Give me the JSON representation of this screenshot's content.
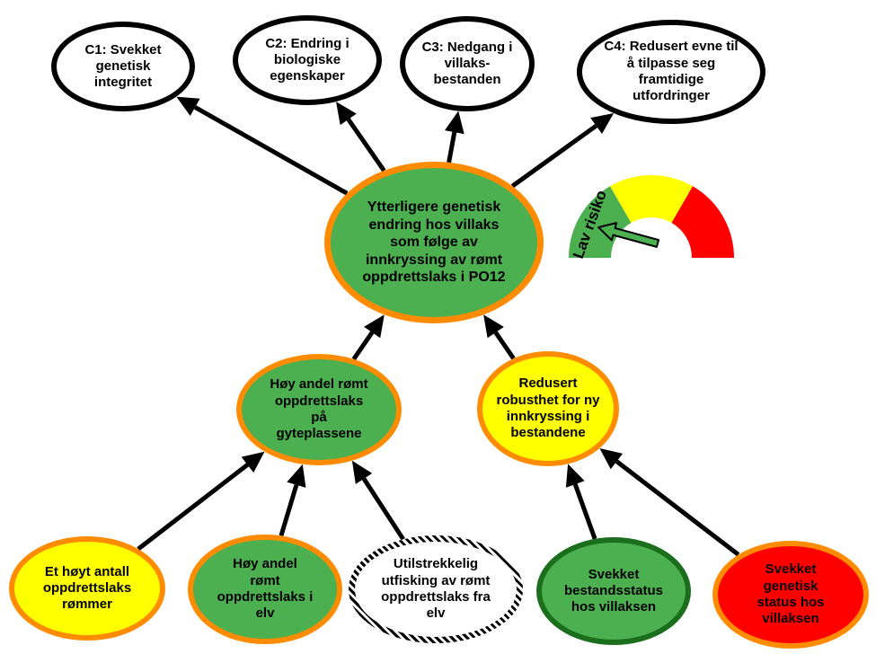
{
  "colors": {
    "green": "#4CAF50",
    "dark_green": "#1B6E1B",
    "orange": "#FF8C00",
    "yellow": "#FFFF00",
    "red": "#FF0000",
    "white": "#FFFFFF",
    "black": "#000000"
  },
  "nodes": {
    "c1": {
      "label": "C1: Svekket\ngenetisk\nintegritet",
      "fill": "white",
      "border": "black",
      "style": "solid"
    },
    "c2": {
      "label": "C2: Endring i\nbiologiske\negenskaper",
      "fill": "white",
      "border": "black",
      "style": "solid"
    },
    "c3": {
      "label": "C3: Nedgang i\nvillaks-\nbestanden",
      "fill": "white",
      "border": "black",
      "style": "solid"
    },
    "c4": {
      "label": "C4: Redusert evne til\nå tilpasse seg\nframtidige\nutfordringer",
      "fill": "white",
      "border": "black",
      "style": "solid"
    },
    "center": {
      "label": "Ytterligere genetisk\nendring hos villaks\nsom følge av\ninnkryssing av rømt\noppdrettslaks i PO12",
      "fill": "green",
      "border": "orange",
      "style": "solid"
    },
    "mid_left": {
      "label": "Høy andel rømt\noppdrettslaks\npå\ngyteplassene",
      "fill": "green",
      "border": "orange",
      "style": "solid"
    },
    "mid_right": {
      "label": "Redusert\nrobusthet for ny\ninnkryssing i\nbestandene",
      "fill": "yellow",
      "border": "orange",
      "style": "solid"
    },
    "b1": {
      "label": "Et høyt antall\noppdrettslaks\nrømmer",
      "fill": "yellow",
      "border": "orange",
      "style": "solid"
    },
    "b2": {
      "label": "Høy andel\nrømt\noppdrettslaks i\nelv",
      "fill": "green",
      "border": "orange",
      "style": "solid"
    },
    "b3": {
      "label": "Utilstrekkelig\nutfisking av rømt\noppdrettslaks fra\nelv",
      "fill": "white",
      "border": "black",
      "style": "striped"
    },
    "b4": {
      "label": "Svekket\nbestandsstatus\nhos villaksen",
      "fill": "green",
      "border": "dark_green",
      "style": "solid"
    },
    "b5": {
      "label": "Svekket\ngenetisk\nstatus hos\nvillaksen",
      "fill": "red",
      "border": "orange",
      "style": "solid"
    }
  },
  "edges": [
    {
      "from": "center",
      "to": "c1"
    },
    {
      "from": "center",
      "to": "c2"
    },
    {
      "from": "center",
      "to": "c3"
    },
    {
      "from": "center",
      "to": "c4"
    },
    {
      "from": "mid_left",
      "to": "center"
    },
    {
      "from": "mid_right",
      "to": "center"
    },
    {
      "from": "b1",
      "to": "mid_left"
    },
    {
      "from": "b2",
      "to": "mid_left"
    },
    {
      "from": "b3",
      "to": "mid_left"
    },
    {
      "from": "b4",
      "to": "mid_right"
    },
    {
      "from": "b5",
      "to": "mid_right"
    }
  ],
  "gauge": {
    "label": "Lav risiko",
    "level": "low",
    "segments": [
      "green",
      "yellow",
      "red"
    ]
  }
}
